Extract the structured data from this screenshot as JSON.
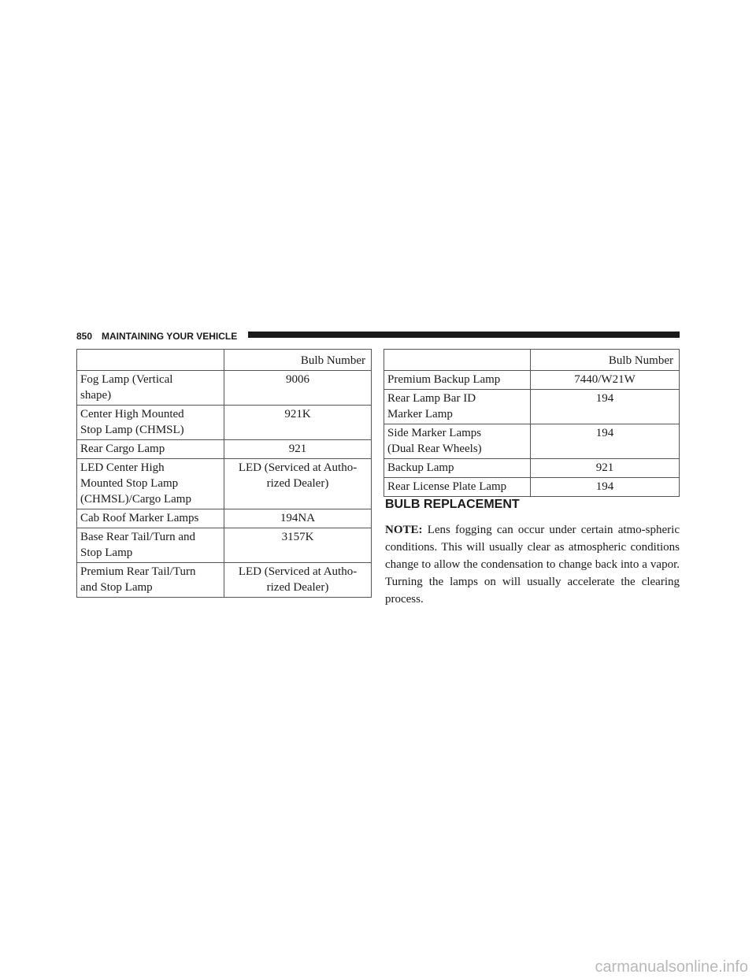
{
  "header": {
    "page_number": "850",
    "section": "MAINTAINING YOUR VEHICLE"
  },
  "left_table": {
    "column_header": "Bulb Number",
    "rows": [
      {
        "name": "Fog Lamp (Vertical\nshape)",
        "value": "9006"
      },
      {
        "name": "Center High Mounted\nStop Lamp (CHMSL)",
        "value": "921K"
      },
      {
        "name": "Rear Cargo Lamp",
        "value": "921"
      },
      {
        "name": "LED Center High\nMounted Stop Lamp\n(CHMSL)/Cargo Lamp",
        "value": "LED (Serviced at Autho-\nrized Dealer)"
      },
      {
        "name": "Cab Roof Marker Lamps",
        "value": "194NA"
      },
      {
        "name": "Base Rear Tail/Turn and\nStop Lamp",
        "value": "3157K"
      },
      {
        "name": "Premium Rear Tail/Turn\nand Stop Lamp",
        "value": "LED (Serviced at Autho-\nrized Dealer)"
      }
    ]
  },
  "right_table": {
    "column_header": "Bulb Number",
    "rows": [
      {
        "name": "Premium Backup Lamp",
        "value": "7440/W21W"
      },
      {
        "name": "Rear Lamp Bar ID\nMarker Lamp",
        "value": "194"
      },
      {
        "name": "Side Marker Lamps\n(Dual Rear Wheels)",
        "value": "194"
      },
      {
        "name": "Backup Lamp",
        "value": "921"
      },
      {
        "name": "Rear License Plate Lamp",
        "value": "194"
      }
    ]
  },
  "bulb_replacement": {
    "title": "BULB REPLACEMENT",
    "note_label": "NOTE:",
    "note_text": "Lens fogging can occur under certain atmo-spheric conditions. This will usually clear as atmospheric conditions change to allow the condensation to change back into a vapor. Turning the lamps on will usually accelerate the clearing process."
  },
  "watermark": "carmanualsonline.info"
}
